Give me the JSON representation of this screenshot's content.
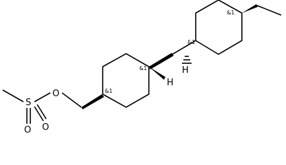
{
  "atoms": {
    "sulfur": "S",
    "oxygen_top": "O",
    "oxygen_bottom_left": "O",
    "oxygen_bottom_right": "O",
    "hydrogen_mid": "H",
    "hydrogen_ring": "H"
  },
  "stereo_labels": {
    "c1": "&1",
    "c2": "&1",
    "c3": "&1",
    "c4": "&1"
  }
}
